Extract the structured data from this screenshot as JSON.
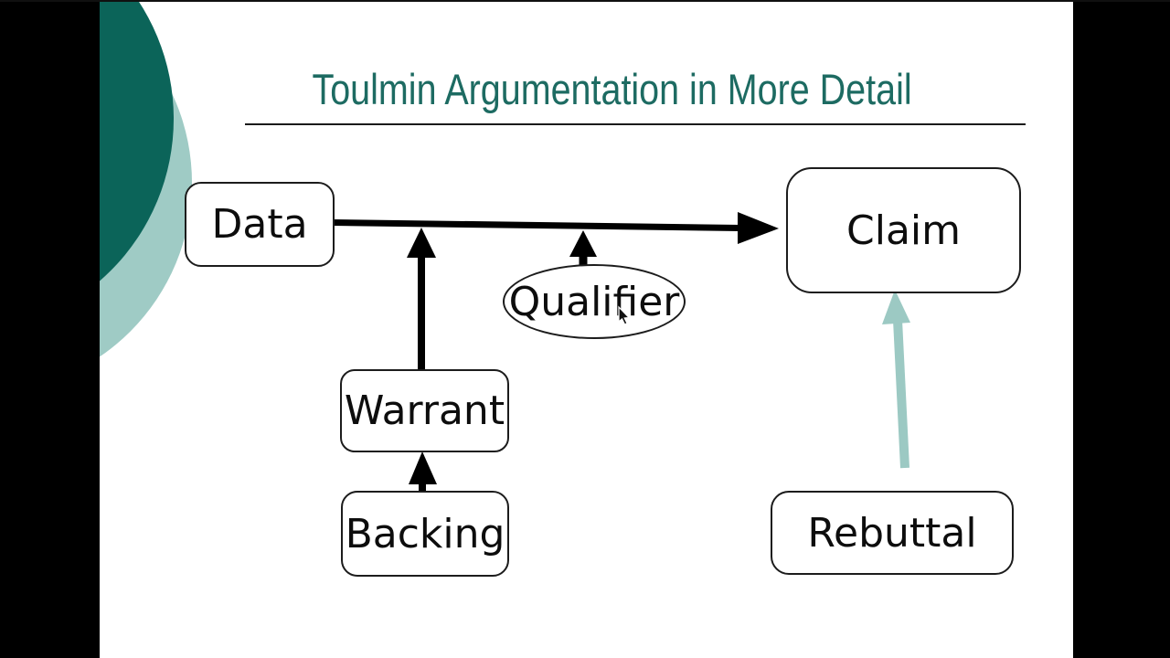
{
  "header": {
    "title": "Toulmin Argumentation in More Detail",
    "title_color": "#1D6B62"
  },
  "diagram": {
    "nodes": [
      {
        "id": "data",
        "label": "Data",
        "shape": "rounded-rect"
      },
      {
        "id": "claim",
        "label": "Claim",
        "shape": "rounded-rect"
      },
      {
        "id": "qualifier",
        "label": "Qualifier",
        "shape": "ellipse"
      },
      {
        "id": "warrant",
        "label": "Warrant",
        "shape": "rounded-rect"
      },
      {
        "id": "backing",
        "label": "Backing",
        "shape": "rounded-rect"
      },
      {
        "id": "rebuttal",
        "label": "Rebuttal",
        "shape": "rounded-rect"
      }
    ],
    "edges": [
      {
        "from": "data",
        "to": "claim",
        "color": "#000000"
      },
      {
        "from": "warrant",
        "to": "data-claim-line",
        "color": "#000000"
      },
      {
        "from": "qualifier",
        "to": "data-claim-line",
        "color": "#000000"
      },
      {
        "from": "backing",
        "to": "warrant",
        "color": "#000000"
      },
      {
        "from": "rebuttal",
        "to": "claim",
        "color": "#9CC9C3"
      }
    ]
  },
  "decor": {
    "circle_dark_color": "#0B6459",
    "circle_light_color": "#9FCBC5",
    "letterbox_color": "#000000"
  },
  "cursor": {
    "type": "arrow-pointer"
  }
}
